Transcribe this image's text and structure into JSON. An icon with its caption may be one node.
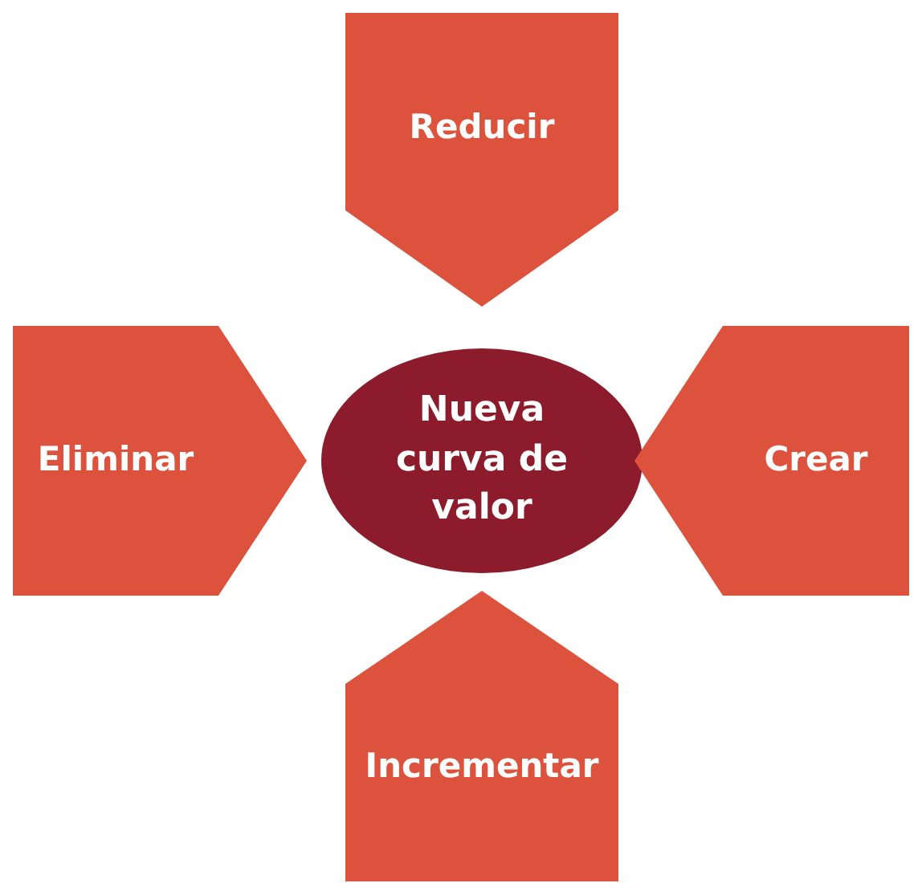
{
  "diagram": {
    "nodes": [
      {
        "text": [
          "Reducir"
        ]
      },
      {
        "text": [
          "Eliminar"
        ]
      },
      {
        "text": [
          "Nueva curva de valor"
        ]
      },
      {
        "text": [
          "Crear"
        ]
      },
      {
        "text": [
          "Incrementar"
        ]
      }
    ]
  }
}
